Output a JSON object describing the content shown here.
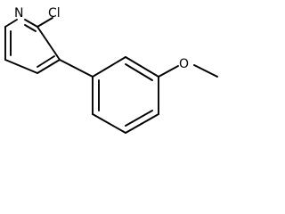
{
  "molecule": {
    "atoms": {
      "nitrogen": "N",
      "chlorine": "Cl",
      "oxygen": "O"
    }
  }
}
